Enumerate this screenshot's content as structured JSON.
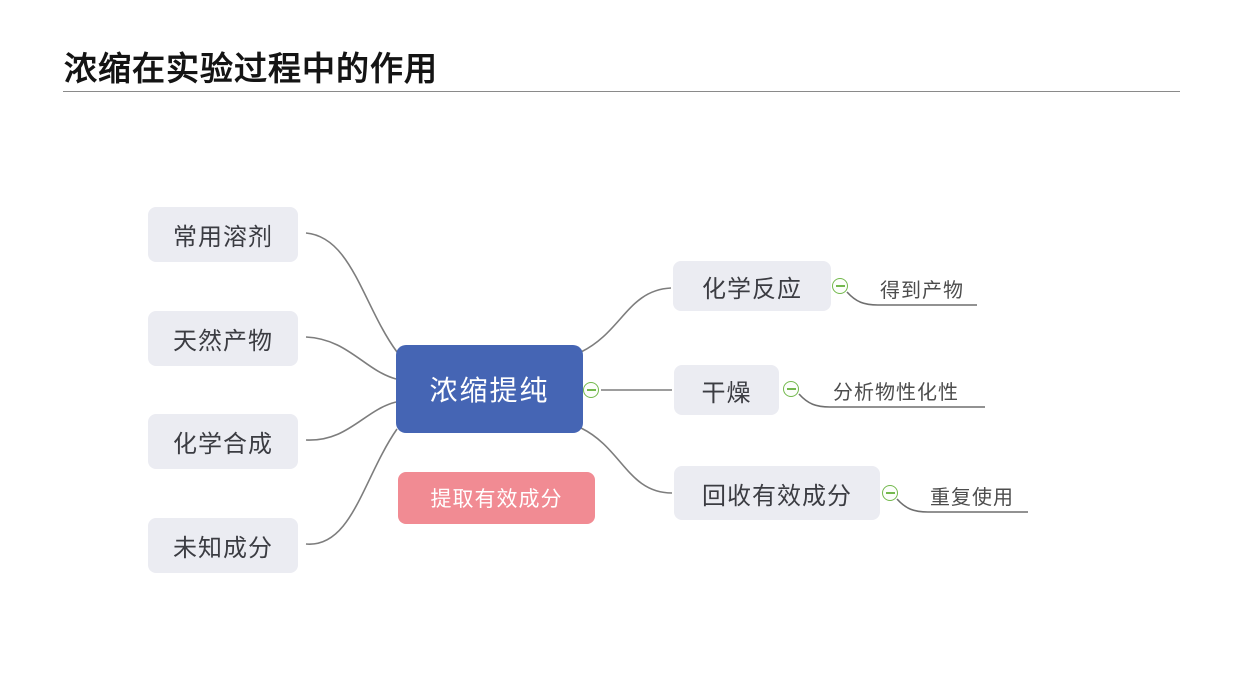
{
  "slide": {
    "title": "浓缩在实验过程中的作用"
  },
  "mindmap": {
    "root": {
      "label": "浓缩提纯"
    },
    "left_nodes": [
      {
        "label": "常用溶剂"
      },
      {
        "label": "天然产物"
      },
      {
        "label": "化学合成"
      },
      {
        "label": "未知成分"
      }
    ],
    "floating_node": {
      "label": "提取有效成分"
    },
    "right_branches": [
      {
        "label": "化学反应",
        "child": "得到产物"
      },
      {
        "label": "干燥",
        "child": "分析物性化性"
      },
      {
        "label": "回收有效成分",
        "child": "重复使用"
      }
    ],
    "collapse_icon": "−",
    "colors": {
      "root_fill": "#4565b4",
      "root_text": "#ffffff",
      "floating_fill": "#f18b93",
      "floating_text": "#ffffff",
      "node_fill": "#ebecf2",
      "node_text": "#3b3c42",
      "leaf_text": "#4d4d4d",
      "connector": "#7d7d7d",
      "collapse_green": "#74b94e",
      "title_text": "#141414"
    }
  }
}
